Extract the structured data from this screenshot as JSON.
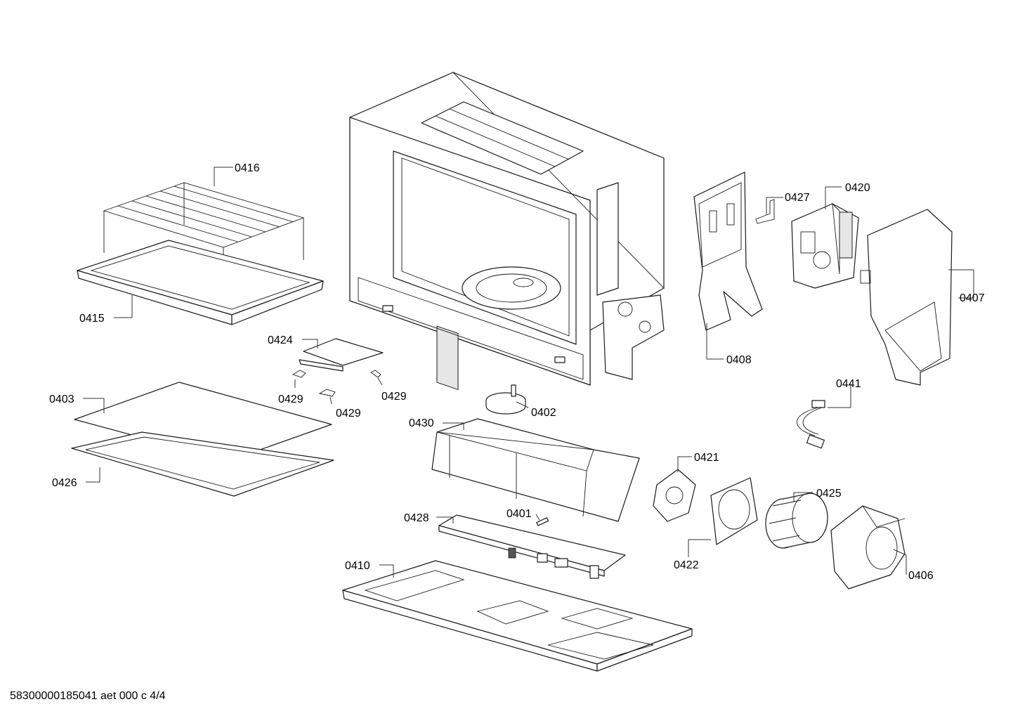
{
  "footer_code": "58300000185041 aet 000 c 4/4",
  "callouts": [
    {
      "id": "0416",
      "label": "0416"
    },
    {
      "id": "0415",
      "label": "0415"
    },
    {
      "id": "0424",
      "label": "0424"
    },
    {
      "id": "0429a",
      "label": "0429"
    },
    {
      "id": "0429b",
      "label": "0429"
    },
    {
      "id": "0429c",
      "label": "0429"
    },
    {
      "id": "0403",
      "label": "0403"
    },
    {
      "id": "0426",
      "label": "0426"
    },
    {
      "id": "0402",
      "label": "0402"
    },
    {
      "id": "0430",
      "label": "0430"
    },
    {
      "id": "0428",
      "label": "0428"
    },
    {
      "id": "0401",
      "label": "0401"
    },
    {
      "id": "0410",
      "label": "0410"
    },
    {
      "id": "0408",
      "label": "0408"
    },
    {
      "id": "0427",
      "label": "0427"
    },
    {
      "id": "0420",
      "label": "0420"
    },
    {
      "id": "0407",
      "label": "0407"
    },
    {
      "id": "0441",
      "label": "0441"
    },
    {
      "id": "0421",
      "label": "0421"
    },
    {
      "id": "0425",
      "label": "0425"
    },
    {
      "id": "0422",
      "label": "0422"
    },
    {
      "id": "0406",
      "label": "0406"
    }
  ]
}
